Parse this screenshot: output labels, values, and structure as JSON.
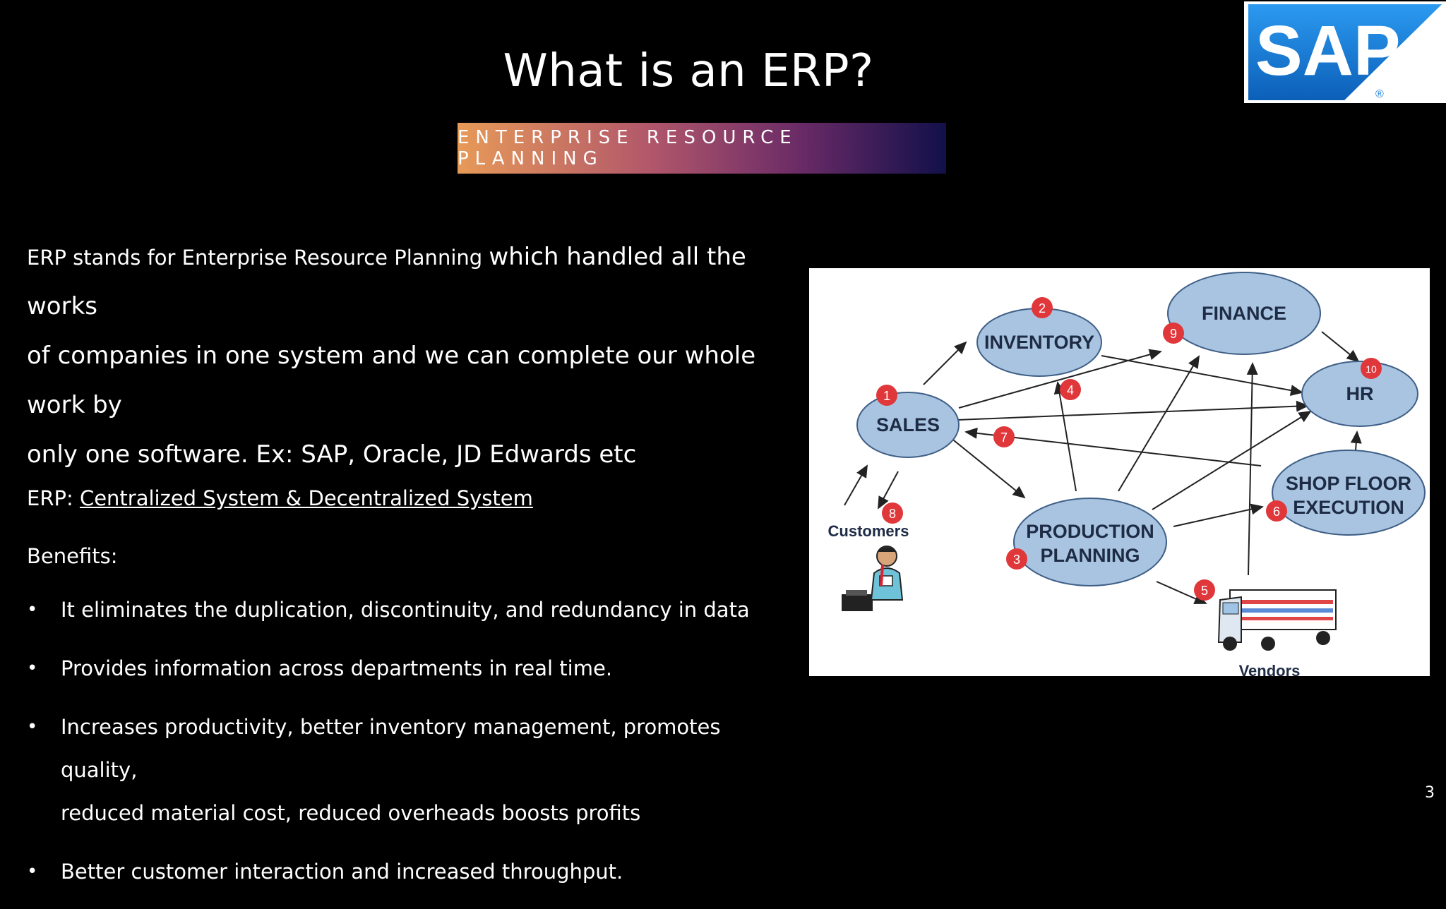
{
  "slide": {
    "title": "What is an ERP?",
    "subtitle": "ENTERPRISE RESOURCE PLANNING",
    "page_number": "3"
  },
  "logo": {
    "text": "SAP",
    "mark": "®"
  },
  "body": {
    "intro_small": "ERP stands for Enterprise Resource Planning ",
    "intro_large_1": "which handled all the works",
    "intro_large_2": "of companies in one system and we can complete our whole work by",
    "intro_large_3": "only one software. Ex: SAP, Oracle, JD Edwards etc",
    "erp_prefix": "ERP: ",
    "erp_link": "Centralized System & Decentralized System",
    "benefits_label": "Benefits:",
    "bullets": [
      "It eliminates the duplication, discontinuity, and redundancy in data",
      "Provides information across departments in real time.",
      "Increases productivity, better inventory management, promotes quality,",
      "reduced material cost, reduced overheads boosts profits",
      "Better customer interaction and increased throughput."
    ]
  },
  "diagram": {
    "nodes": {
      "inventory": "INVENTORY",
      "finance": "FINANCE",
      "sales": "SALES",
      "hr": "HR",
      "shop_floor_1": "SHOP FLOOR",
      "shop_floor_2": "EXECUTION",
      "production_1": "PRODUCTION",
      "production_2": "PLANNING",
      "customers": "Customers",
      "vendors": "Vendors"
    },
    "badges": [
      "1",
      "2",
      "3",
      "4",
      "5",
      "6",
      "7",
      "8",
      "9",
      "10"
    ],
    "colors": {
      "node_fill": "#a9c4e0",
      "node_stroke": "#3f5f87",
      "badge": "#e0373b"
    }
  }
}
